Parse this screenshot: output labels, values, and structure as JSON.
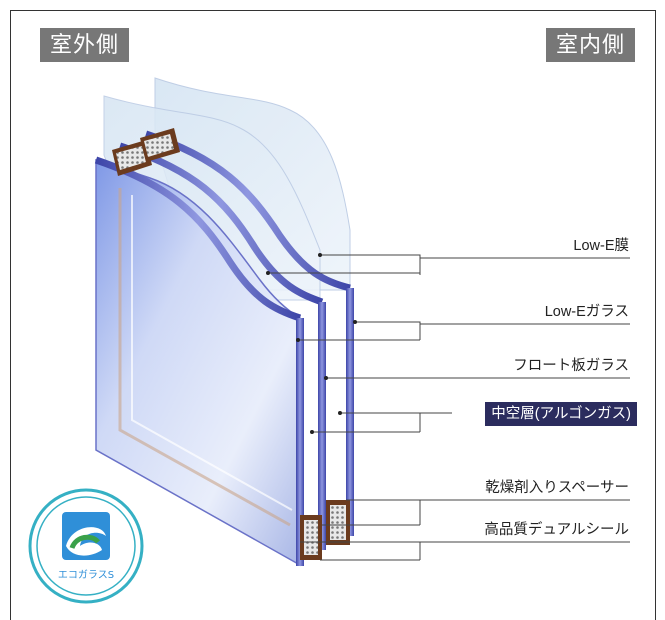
{
  "header": {
    "outdoor_label": "室外側",
    "indoor_label": "室内側"
  },
  "callouts": [
    {
      "id": "low-e-film",
      "label": "Low-E膜"
    },
    {
      "id": "low-e-glass",
      "label": "Low-Eガラス"
    },
    {
      "id": "float-glass",
      "label": "フロート板ガラス"
    },
    {
      "id": "hollow-layer",
      "label": "中空層(アルゴンガス)",
      "highlighted": true
    },
    {
      "id": "spacer",
      "label": "乾燥剤入りスペーサー"
    },
    {
      "id": "seal",
      "label": "高品質デュアルシール"
    }
  ],
  "logo": {
    "name": "eco-glass-s-logo",
    "text": "エコガラスS",
    "colors": {
      "ring": "#35b0c4",
      "leaf": "#3aa14a",
      "sky": "#2f8fd8"
    }
  },
  "colors": {
    "highlight_bg": "#2b2c5e",
    "label_bg": "#777777",
    "glass_edge": "#4a4fb5"
  }
}
